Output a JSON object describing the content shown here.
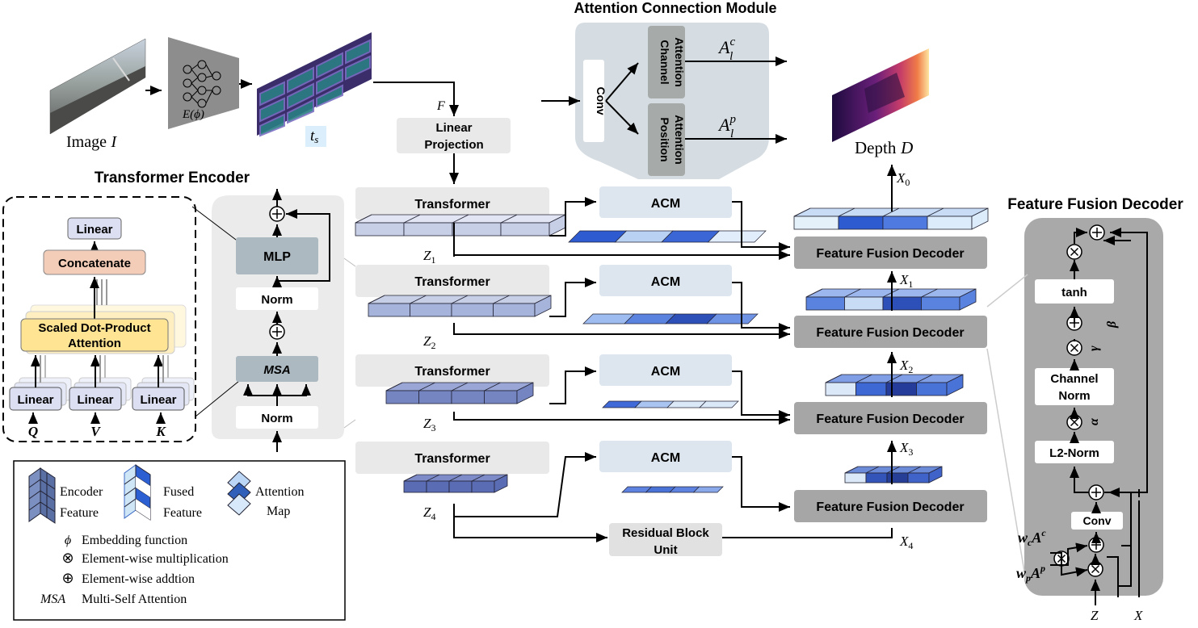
{
  "input": {
    "image_label": "Image",
    "image_symbol": "I",
    "encoder_label": "E(ϕ)",
    "tokens_label": "t",
    "tokens_sub": "s",
    "feature_label": "F"
  },
  "linear_projection": [
    "Linear",
    "Projection"
  ],
  "acm_module": {
    "title": "Attention Connection Module",
    "conv": "Conv",
    "channel": [
      "Channel",
      "Attention"
    ],
    "position": [
      "Position",
      "Attention"
    ],
    "out_c": {
      "base": "A",
      "sup": "c",
      "sub": "l"
    },
    "out_p": {
      "base": "A",
      "sup": "p",
      "sub": "l"
    }
  },
  "output": {
    "label": "Depth",
    "symbol": "D"
  },
  "transformer_label": "Transformer",
  "acm_label": "ACM",
  "ffd_label": "Feature Fusion Decoder",
  "z_labels": [
    "Z",
    "Z",
    "Z",
    "Z"
  ],
  "z_subs": [
    "1",
    "2",
    "3",
    "4"
  ],
  "x_labels": [
    "X",
    "X",
    "X",
    "X",
    "X"
  ],
  "x_subs": [
    "0",
    "1",
    "2",
    "3",
    "4"
  ],
  "residual": [
    "Residual Block",
    "Unit"
  ],
  "encoder_panel": {
    "title": "Transformer Encoder",
    "linear_top": "Linear",
    "concatenate": "Concatenate",
    "sdpa": [
      "Scaled Dot-Product",
      "Attention"
    ],
    "linear": "Linear",
    "inputs": [
      "Q",
      "V",
      "K"
    ],
    "mlp": "MLP",
    "norm": "Norm",
    "msa": "MSA"
  },
  "decoder_panel": {
    "title": "Feature Fusion Decoder",
    "tanh": "tanh",
    "channel_norm": [
      "Channel",
      "Norm"
    ],
    "l2_norm": "L2-Norm",
    "conv": "Conv",
    "gamma": "γ",
    "beta": "β",
    "alpha": "α",
    "wc": {
      "w": "w",
      "wsub": "c",
      "a": "A",
      "asup": "c"
    },
    "wp": {
      "w": "w",
      "wsub": "p",
      "a": "A",
      "asup": "p"
    },
    "z": "Z",
    "x": "X"
  },
  "legend": {
    "encoder": [
      "Encoder",
      "Feature"
    ],
    "fused": [
      "Fused",
      "Feature"
    ],
    "attention": [
      "Attention",
      "Map"
    ],
    "phi": {
      "symbol": "ϕ",
      "text": "Embedding function"
    },
    "mult": {
      "symbol": "⊗",
      "text": "Element-wise multiplication"
    },
    "add": {
      "symbol": "⊕",
      "text": "Element-wise addtion"
    },
    "msa": {
      "symbol": "MSA",
      "text": "Multi-Self Attention"
    }
  },
  "colors": {
    "light_gray": "#e9e9e9",
    "mid_gray": "#c4c4c4",
    "dark_gray": "#a6a6a6",
    "acm_fill": "#dde6ee",
    "linear_fill": "#dcdff2",
    "concat_fill": "#f4cdb8",
    "sdpa_fill": "#ffe494",
    "mlp_fill": "#acb9c1",
    "token_fill": "#dbeefb"
  }
}
